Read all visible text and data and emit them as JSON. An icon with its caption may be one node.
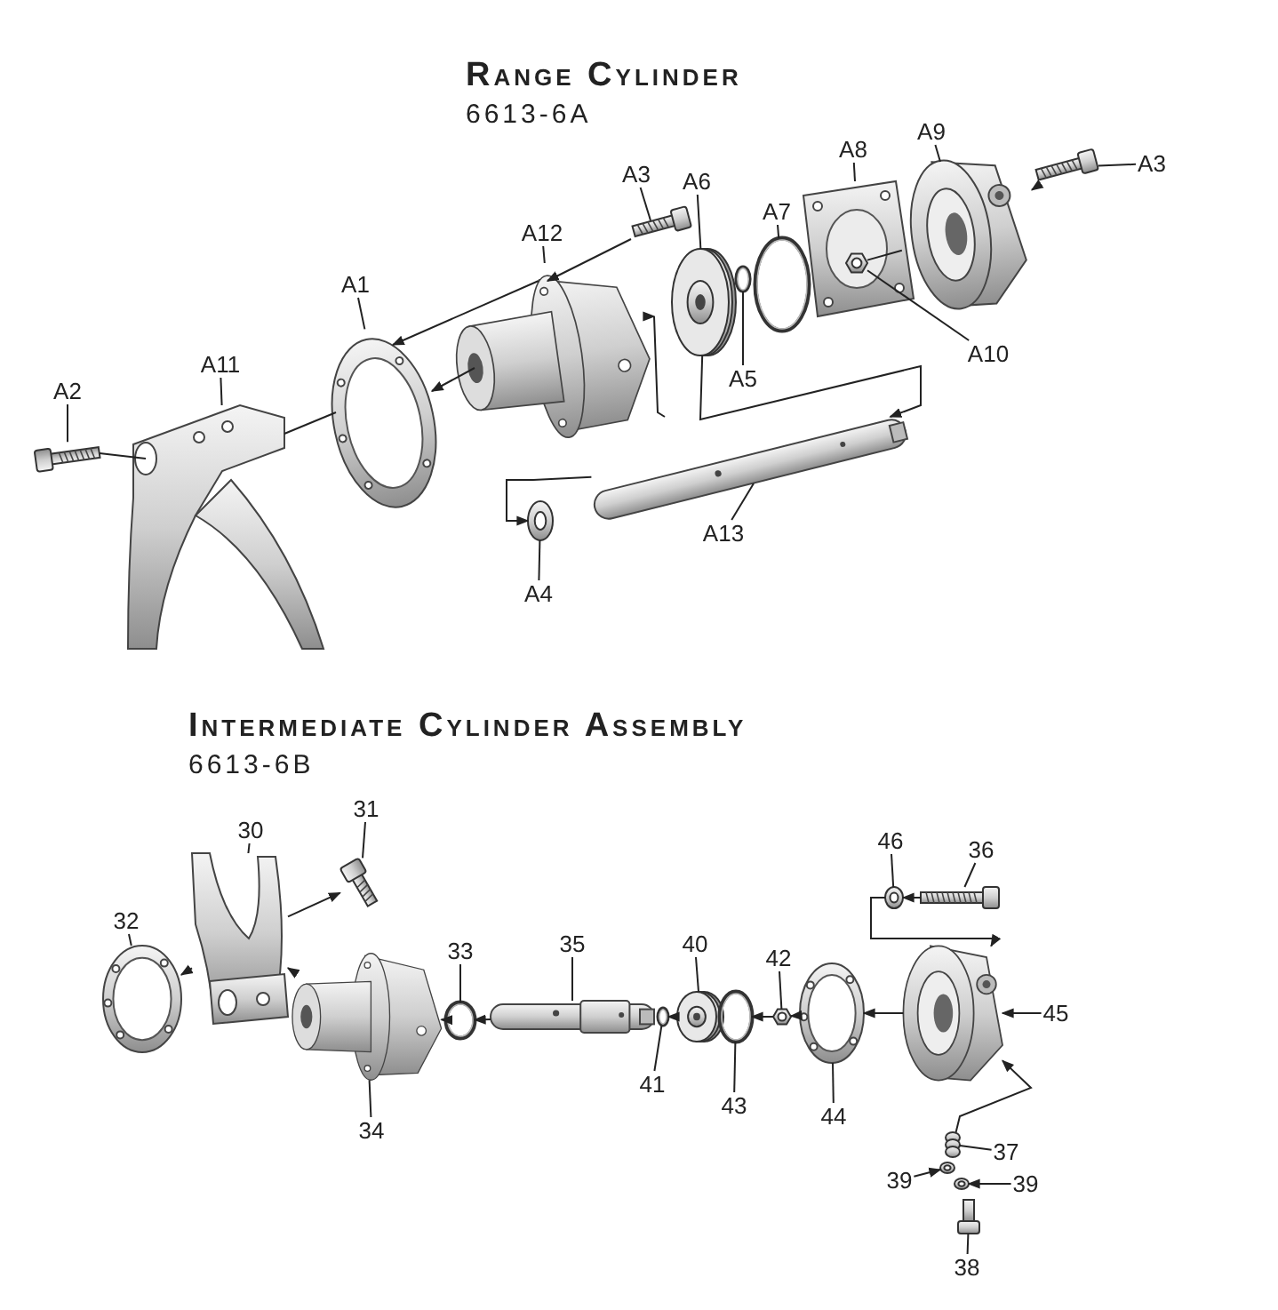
{
  "diagram": {
    "labels": [
      "Range Cylinder",
      "6613-6A",
      "Intermediate Cylinder Assembly",
      "6613-6B"
    ],
    "nodes": [
      {
        "text": [
          "A1"
        ]
      },
      {
        "text": [
          "A2"
        ]
      },
      {
        "text": [
          "A11"
        ]
      },
      {
        "text": [
          "A12"
        ]
      },
      {
        "text": [
          "A3"
        ]
      },
      {
        "text": [
          "A6"
        ]
      },
      {
        "text": [
          "A7"
        ]
      },
      {
        "text": [
          "A8"
        ]
      },
      {
        "text": [
          "A9"
        ]
      },
      {
        "text": [
          "A3"
        ]
      },
      {
        "text": [
          "A10"
        ]
      },
      {
        "text": [
          "A5"
        ]
      },
      {
        "text": [
          "A13"
        ]
      },
      {
        "text": [
          "A4"
        ]
      },
      {
        "text": [],
        "shape": "picture"
      },
      {
        "text": [],
        "shape": "picture"
      },
      {
        "text": [],
        "shape": "picture"
      },
      {
        "text": [],
        "shape": "picture"
      },
      {
        "text": [],
        "shape": "picture"
      },
      {
        "text": [],
        "shape": "picture"
      },
      {
        "text": [],
        "shape": "picture"
      },
      {
        "text": [],
        "shape": "picture"
      },
      {
        "text": [],
        "shape": "picture"
      },
      {
        "text": [],
        "shape": "picture"
      },
      {
        "text": [],
        "shape": "picture",
        "in": 21
      },
      {
        "text": [],
        "shape": "picture"
      },
      {
        "text": [],
        "shape": "picture"
      },
      {
        "text": [],
        "shape": "picture"
      },
      {
        "text": [
          "30"
        ]
      },
      {
        "text": [
          "31"
        ]
      },
      {
        "text": [
          "32"
        ]
      },
      {
        "text": [
          "33"
        ]
      },
      {
        "text": [
          "34"
        ]
      },
      {
        "text": [
          "35"
        ]
      },
      {
        "text": [
          "36"
        ]
      },
      {
        "text": [
          "37"
        ]
      },
      {
        "text": [
          "38"
        ]
      },
      {
        "text": [
          "39"
        ]
      },
      {
        "text": [
          "39"
        ]
      },
      {
        "text": [
          "40"
        ]
      },
      {
        "text": [
          "41"
        ]
      },
      {
        "text": [
          "42"
        ]
      },
      {
        "text": [
          "43"
        ]
      },
      {
        "text": [
          "44"
        ]
      },
      {
        "text": [
          "45"
        ]
      },
      {
        "text": [
          "46"
        ]
      },
      {
        "text": [],
        "shape": "picture"
      },
      {
        "text": [],
        "shape": "picture"
      },
      {
        "text": [],
        "shape": "picture"
      },
      {
        "text": [],
        "shape": "picture"
      },
      {
        "text": [],
        "shape": "picture"
      },
      {
        "text": [],
        "shape": "picture"
      },
      {
        "text": [],
        "shape": "picture"
      },
      {
        "text": [],
        "shape": "picture"
      },
      {
        "text": [],
        "shape": "picture"
      },
      {
        "text": [],
        "shape": "picture"
      },
      {
        "text": [],
        "shape": "picture"
      },
      {
        "text": [],
        "shape": "picture"
      },
      {
        "text": [],
        "shape": "picture"
      },
      {
        "text": [],
        "shape": "picture"
      },
      {
        "text": [],
        "shape": "picture"
      },
      {
        "text": [],
        "shape": "picture"
      },
      {
        "text": [],
        "shape": "picture"
      },
      {
        "text": [],
        "shape": "picture"
      }
    ],
    "edges": [
      {
        "from": 0,
        "to": 14,
        "arrow": "none"
      },
      {
        "from": 1,
        "to": 15,
        "arrow": "none"
      },
      {
        "from": 2,
        "to": 16,
        "arrow": "none"
      },
      {
        "from": 3,
        "to": 17,
        "arrow": "none"
      },
      {
        "from": 4,
        "to": 18,
        "arrow": "none"
      },
      {
        "from": 5,
        "to": 19,
        "arrow": "none"
      },
      {
        "from": 6,
        "to": 20,
        "arrow": "none"
      },
      {
        "from": 7,
        "to": 21,
        "arrow": "none"
      },
      {
        "from": 8,
        "to": 22,
        "arrow": "none"
      },
      {
        "from": 9,
        "to": 23,
        "arrow": "none"
      },
      {
        "from": 10,
        "to": 24,
        "arrow": "none"
      },
      {
        "from": 11,
        "to": 25,
        "arrow": "none"
      },
      {
        "from": 12,
        "to": 26,
        "arrow": "none"
      },
      {
        "from": 13,
        "to": 27,
        "arrow": "none"
      },
      {
        "from": 17,
        "to": 14,
        "arrow": "to"
      },
      {
        "from": 18,
        "to": 17,
        "arrow": "to"
      },
      {
        "from": 17,
        "to": 14,
        "arrow": "to"
      },
      {
        "from": 15,
        "to": 16,
        "arrow": "none"
      },
      {
        "from": 24,
        "to": 22,
        "arrow": "none"
      },
      {
        "from": 23,
        "to": 22,
        "arrow": "to"
      },
      {
        "from": 26,
        "to": 17,
        "arrow": "to"
      },
      {
        "from": 19,
        "to": 26,
        "arrow": "to"
      },
      {
        "from": 26,
        "to": 27,
        "arrow": "to"
      },
      {
        "from": 28,
        "to": 47,
        "arrow": "none"
      },
      {
        "from": 29,
        "to": 48,
        "arrow": "none"
      },
      {
        "from": 30,
        "to": 46,
        "arrow": "none"
      },
      {
        "from": 31,
        "to": 50,
        "arrow": "none"
      },
      {
        "from": 32,
        "to": 49,
        "arrow": "none"
      },
      {
        "from": 33,
        "to": 51,
        "arrow": "none"
      },
      {
        "from": 34,
        "to": 59,
        "arrow": "none"
      },
      {
        "from": 35,
        "to": 60,
        "arrow": "none"
      },
      {
        "from": 36,
        "to": 63,
        "arrow": "none"
      },
      {
        "from": 37,
        "to": 61,
        "arrow": "to"
      },
      {
        "from": 38,
        "to": 62,
        "arrow": "to"
      },
      {
        "from": 39,
        "to": 53,
        "arrow": "none"
      },
      {
        "from": 40,
        "to": 52,
        "arrow": "none"
      },
      {
        "from": 41,
        "to": 55,
        "arrow": "none"
      },
      {
        "from": 42,
        "to": 54,
        "arrow": "none"
      },
      {
        "from": 43,
        "to": 56,
        "arrow": "none"
      },
      {
        "from": 44,
        "to": 57,
        "arrow": "to"
      },
      {
        "from": 45,
        "to": 58,
        "arrow": "none"
      },
      {
        "from": 47,
        "to": 46,
        "arrow": "to"
      },
      {
        "from": 49,
        "to": 47,
        "arrow": "to"
      },
      {
        "from": 47,
        "to": 48,
        "arrow": "to"
      },
      {
        "from": 50,
        "to": 49,
        "arrow": "to"
      },
      {
        "from": 51,
        "to": 50,
        "arrow": "to"
      },
      {
        "from": 53,
        "to": 52,
        "arrow": "to"
      },
      {
        "from": 55,
        "to": 54,
        "arrow": "to"
      },
      {
        "from": 56,
        "to": 55,
        "arrow": "to"
      },
      {
        "from": 57,
        "to": 56,
        "arrow": "to"
      },
      {
        "from": 59,
        "to": 58,
        "arrow": "to"
      },
      {
        "from": 58,
        "to": 57,
        "arrow": "to"
      },
      {
        "from": 60,
        "to": 57,
        "arrow": "to"
      },
      {
        "from": 14,
        "to": 16,
        "arrow": "none"
      }
    ]
  }
}
